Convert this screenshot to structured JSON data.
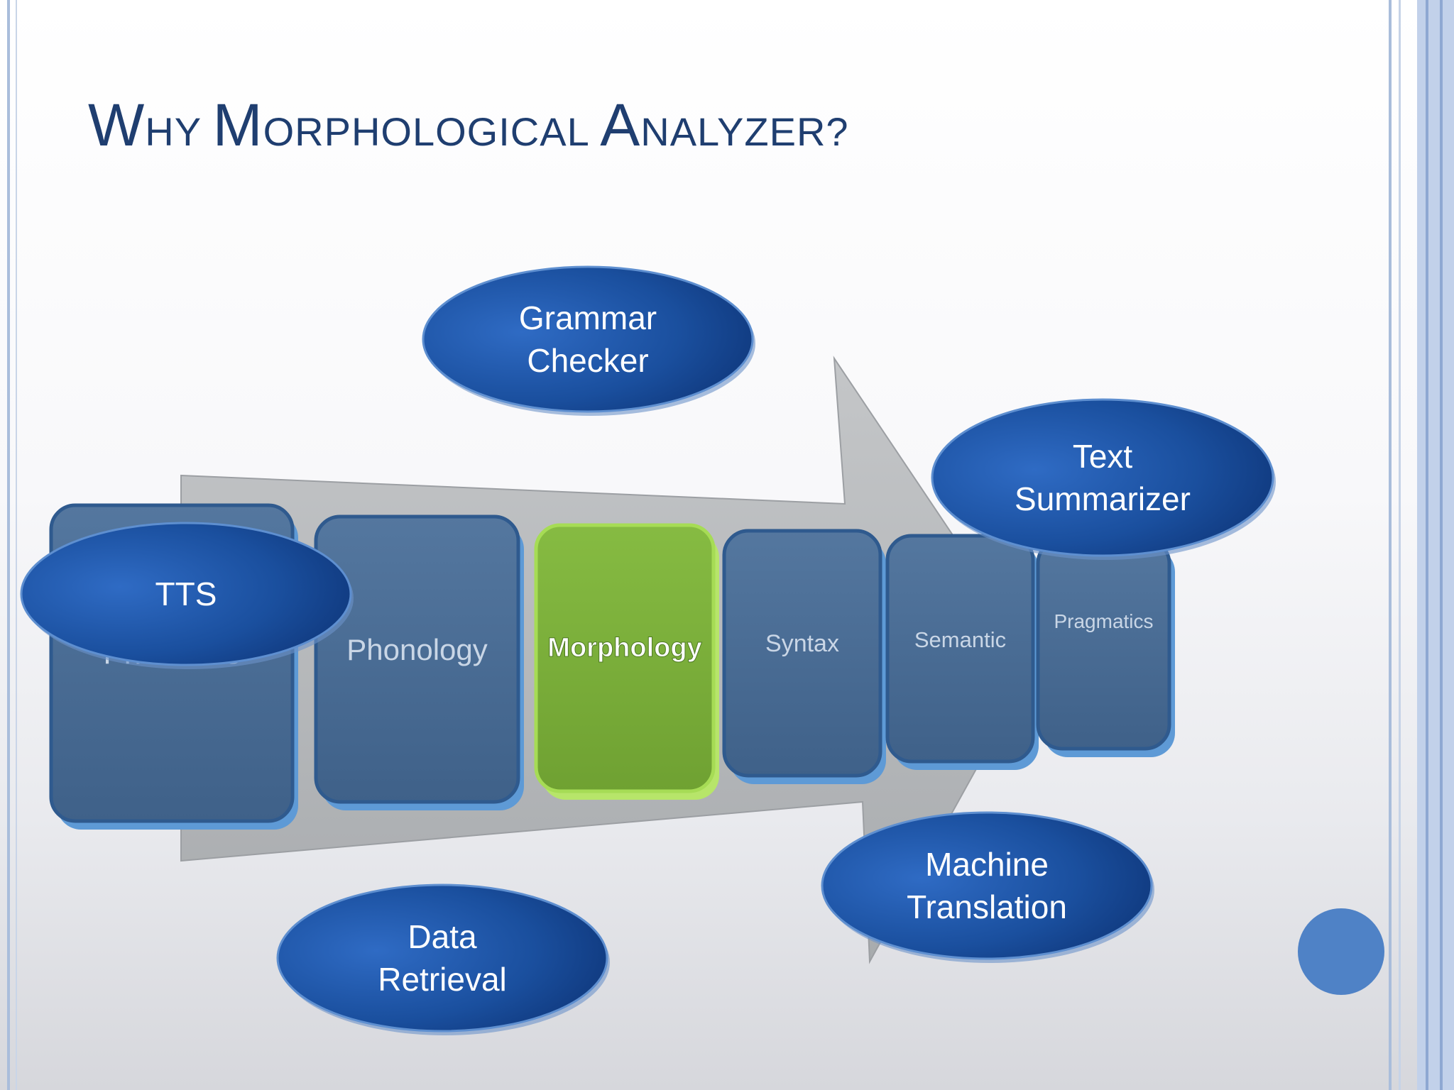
{
  "slide": {
    "title_parts": [
      {
        "text": "W",
        "big": true
      },
      {
        "text": "HY ",
        "big": false
      },
      {
        "text": "M",
        "big": true
      },
      {
        "text": "ORPHOLOGICAL ",
        "big": false
      },
      {
        "text": "A",
        "big": true
      },
      {
        "text": "NALYZER?",
        "big": false
      }
    ]
  },
  "stages": [
    {
      "label": "Phonetics",
      "color": "#4a6d98",
      "highlight": false
    },
    {
      "label": "Phonology",
      "color": "#4a6d98",
      "highlight": false
    },
    {
      "label": "Morphology",
      "color": "#7db13c",
      "highlight": true
    },
    {
      "label": "Syntax",
      "color": "#4a6d98",
      "highlight": false
    },
    {
      "label": "Semantic",
      "color": "#4a6d98",
      "highlight": false
    },
    {
      "label": "Pragmatics",
      "color": "#4a6d98",
      "highlight": false
    }
  ],
  "applications": [
    {
      "id": "tts",
      "lines": [
        "TTS"
      ]
    },
    {
      "id": "grammar-checker",
      "lines": [
        "Grammar",
        "Checker"
      ]
    },
    {
      "id": "text-summarizer",
      "lines": [
        "Text",
        "Summarizer"
      ]
    },
    {
      "id": "machine-translation",
      "lines": [
        "Machine",
        "Translation"
      ]
    },
    {
      "id": "data-retrieval",
      "lines": [
        "Data",
        "Retrieval"
      ]
    }
  ],
  "colors": {
    "title": "#1f3e70",
    "oval_dark": "#0e3d86",
    "oval_light": "#2f6bc4",
    "box_blue": "#4a6d98",
    "box_green": "#7db13c",
    "arrow": "#b9bcbf"
  }
}
